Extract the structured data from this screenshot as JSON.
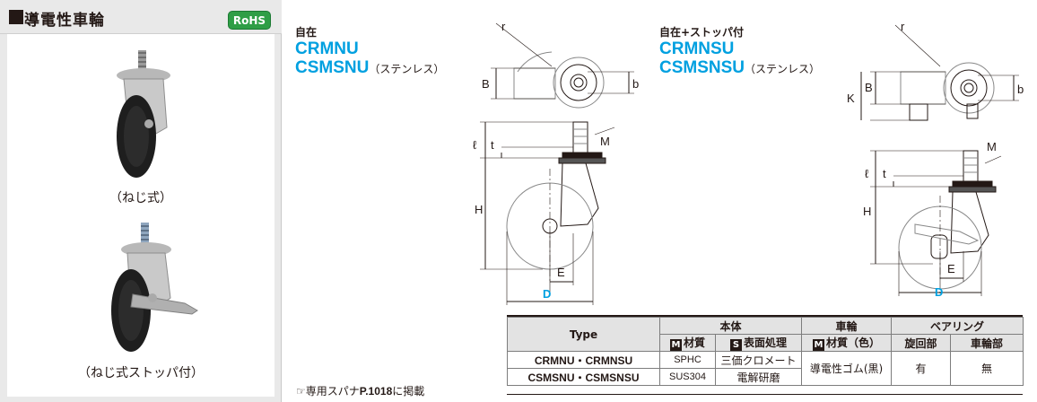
{
  "section": {
    "title": "導電性車輪",
    "badge": "RoHS"
  },
  "photos": [
    {
      "caption": "（ねじ式）"
    },
    {
      "caption": "（ねじ式ストッパ付）"
    }
  ],
  "products": [
    {
      "type_label": "自在",
      "models": [
        "CRMNU",
        "CSMSNU"
      ],
      "note": "（ステンレス）"
    },
    {
      "type_label": "自在+ストッパ付",
      "models": [
        "CRMNSU",
        "CSMSNSU"
      ],
      "note": "（ステンレス）"
    }
  ],
  "dimensions": {
    "r": "r",
    "B": "B",
    "b": "b",
    "M": "M",
    "l": "ℓ",
    "t": "t",
    "H": "H",
    "E": "E",
    "D": "D",
    "K": "K"
  },
  "spanner_note": {
    "prefix": "☞専用スパナ",
    "page": "P.1018",
    "suffix": "に掲載"
  },
  "table": {
    "type_header": "Type",
    "group_headers": [
      "本体",
      "車輪",
      "ベアリング"
    ],
    "sub_headers": [
      {
        "mark": "M",
        "label": "材質"
      },
      {
        "mark": "S",
        "label": "表面処理"
      },
      {
        "mark": "M",
        "label": "材質（色）"
      },
      {
        "mark": "",
        "label": "旋回部"
      },
      {
        "mark": "",
        "label": "車輪部"
      }
    ],
    "rows": [
      {
        "type": "CRMNU・CRMNSU",
        "material": "SPHC",
        "surface": "三価クロメート"
      },
      {
        "type": "CSMSNU・CSMSNSU",
        "material": "SUS304",
        "surface": "電解研磨"
      }
    ],
    "wheel_material": "導電性ゴム(黒)",
    "swivel_bearing": "有",
    "wheel_bearing": "無"
  },
  "colors": {
    "accent_blue": "#00a0e0",
    "rohs_green": "#2f9e46",
    "panel_gray": "#e9e9e9"
  }
}
